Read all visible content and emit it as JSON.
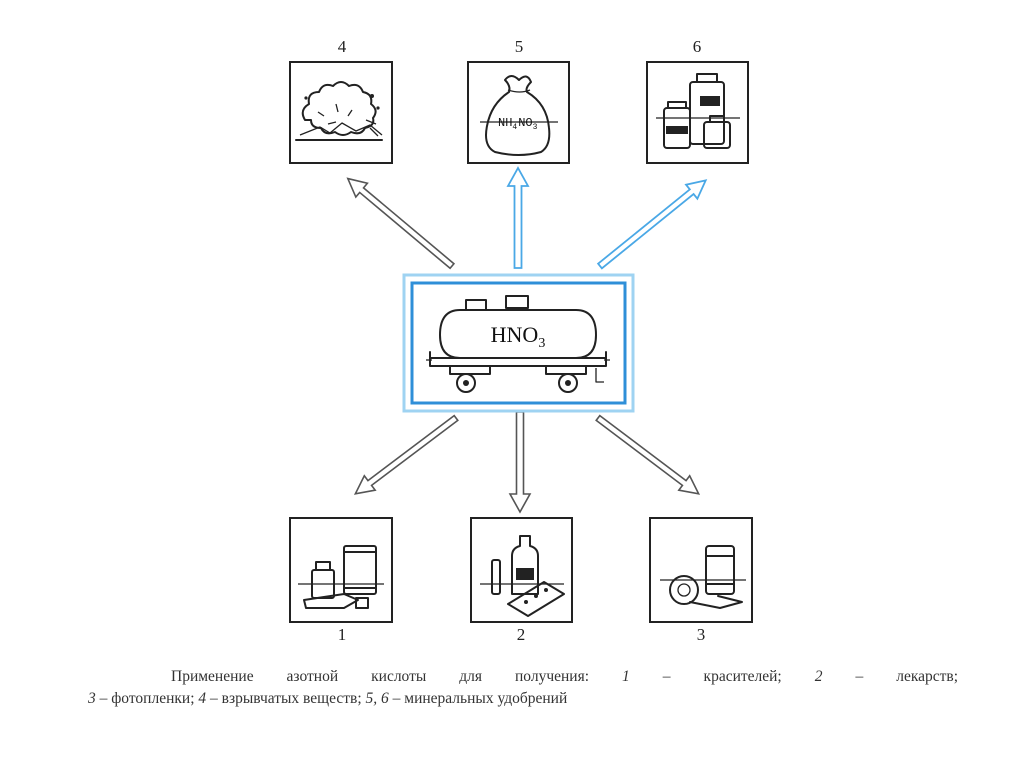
{
  "center": {
    "formula_base": "HNO",
    "formula_subscript": "3"
  },
  "panels": [
    {
      "number": "4",
      "icon": "explosion-icon"
    },
    {
      "number": "5",
      "icon": "fertilizer-sack-icon",
      "sack_text_a": "NH",
      "sack_sub_a": "4",
      "sack_text_b": "NO",
      "sack_sub_b": "3"
    },
    {
      "number": "6",
      "icon": "fertilizer-jars-icon"
    },
    {
      "number": "1",
      "icon": "dye-paint-tubes-icon"
    },
    {
      "number": "2",
      "icon": "medicine-bottles-icon"
    },
    {
      "number": "3",
      "icon": "photo-film-icon"
    }
  ],
  "caption": {
    "line1_a": "Применение азотной кислоты для получения:",
    "line1_n1": "1",
    "line1_t1": "– красителей;",
    "line1_n2": "2",
    "line1_t2": "– лекарств;",
    "line2_n3": "3",
    "line2_t3": "– фотопленки;",
    "line2_n4": "4",
    "line2_t4": "– взрывчатых веществ;",
    "line2_n56": "5, 6",
    "line2_t56": "– минеральных удобрений"
  },
  "colors": {
    "frame_outer": "#9fd3f2",
    "frame_inner": "#2f8fd8",
    "arrow_blue": "#4aa8e6"
  }
}
